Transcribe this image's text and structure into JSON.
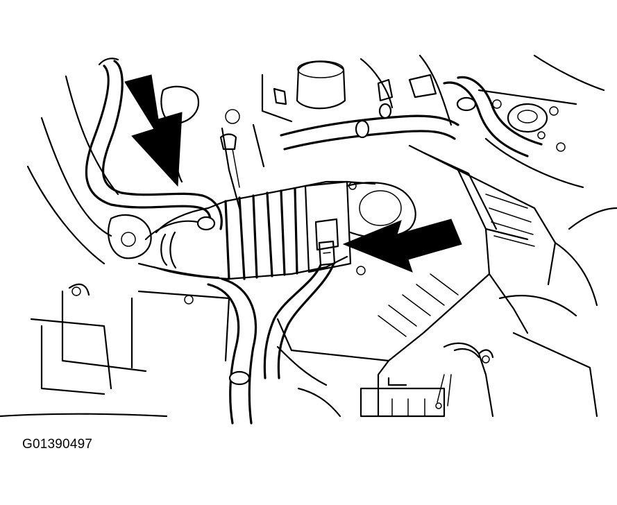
{
  "figure_id": "G01390497",
  "icons": {
    "pointer_arrow_upper": "arrow-down-right",
    "pointer_arrow_right": "arrow-left"
  },
  "colors": {
    "ink": "#000000",
    "paper": "#ffffff"
  }
}
